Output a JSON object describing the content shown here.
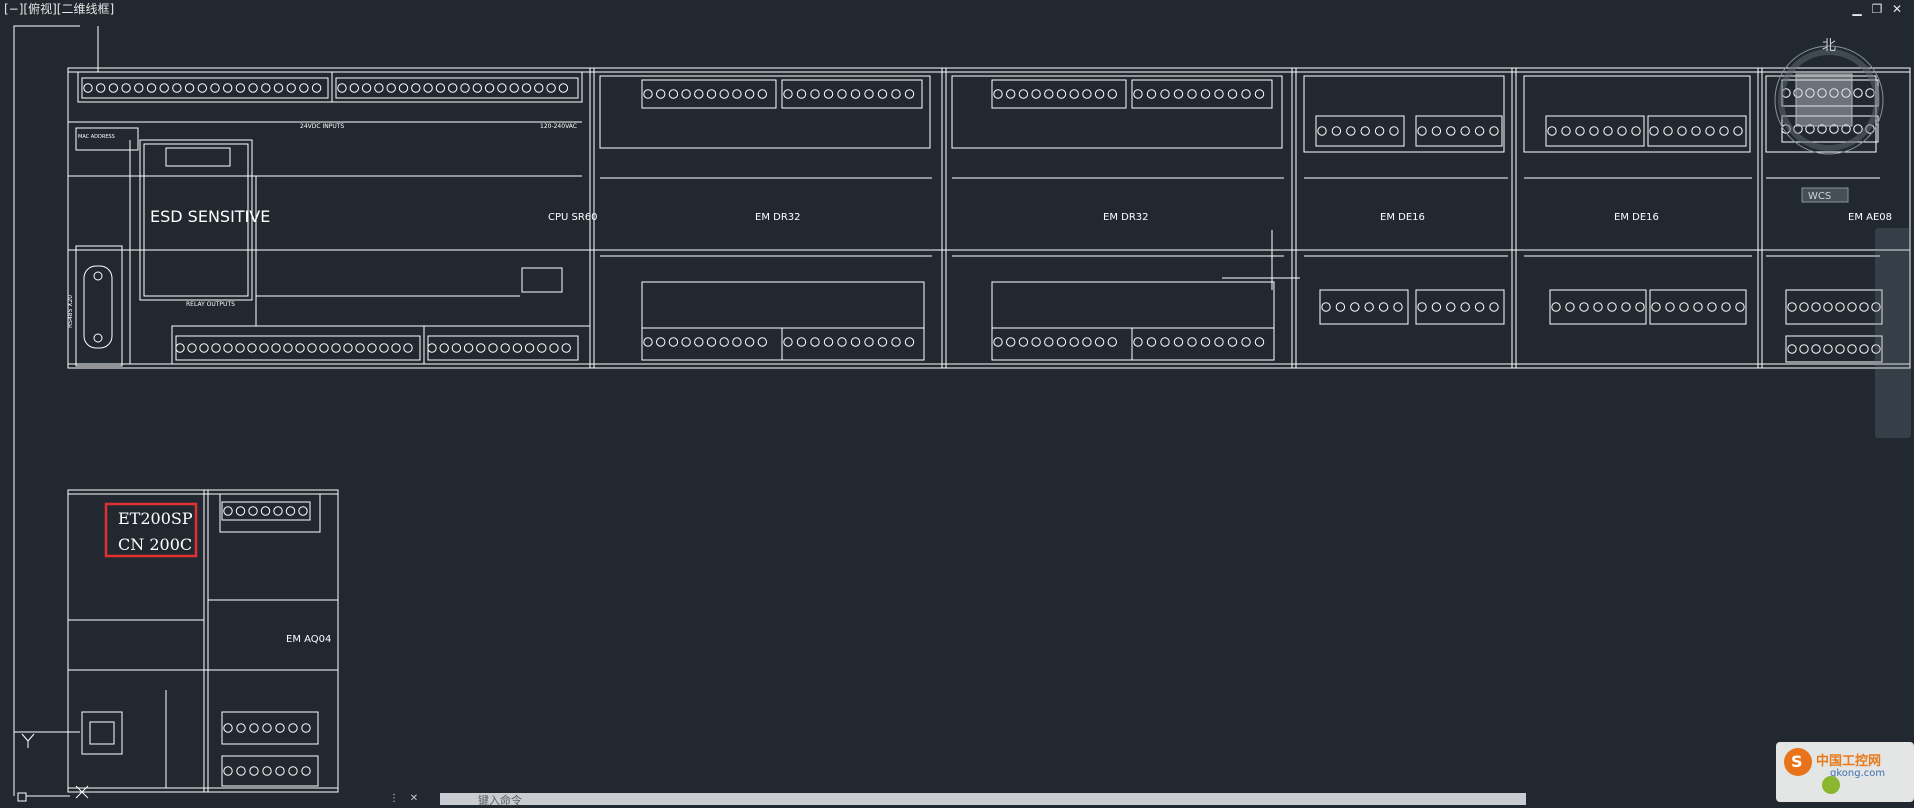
{
  "viewport": {
    "label": "[−][俯视][二维线框]"
  },
  "window_controls": {
    "minimize": "▁",
    "restore": "❐",
    "close": "✕"
  },
  "viewcube": {
    "north": "北",
    "wcs": "WCS"
  },
  "command": {
    "placeholder": "键入命令",
    "close_icon": "✕",
    "options_icon": "⋮"
  },
  "watermark": {
    "title": "中国工控网",
    "subtitle": "gkong.com",
    "logo_letter": "S"
  },
  "modules": [
    {
      "name": "CPU SR60"
    },
    {
      "name": "EM DR32"
    },
    {
      "name": "EM DR32"
    },
    {
      "name": "EM DE16"
    },
    {
      "name": "EM DE16"
    },
    {
      "name": "EM AE08"
    }
  ],
  "cpu": {
    "esd": "ESD SENSITIVE",
    "mac": "MAC ADDRESS",
    "rs485": "RS485 X20",
    "relay": "RELAY OUTPUTS",
    "inputs": "24VDC INPUTS",
    "power": "120-240VAC"
  },
  "et200sp": {
    "line1": "ET200SP",
    "line2": "CN 200C",
    "module": "EM AQ04"
  },
  "colors": {
    "background": "#212830",
    "lines": "#ffffff",
    "highlight": "#e03030"
  }
}
